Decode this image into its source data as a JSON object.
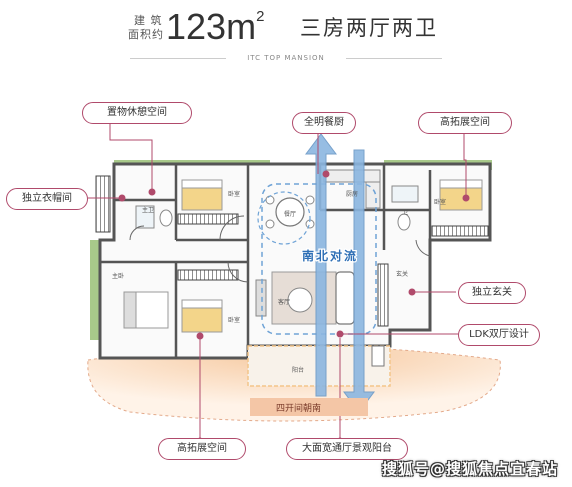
{
  "header": {
    "area_label_1": "建 筑",
    "area_label_2": "面积约",
    "area_value": "123m",
    "area_sup": "2",
    "layout": "三房两厅两卫",
    "subtitle": "ITC TOP MANSION"
  },
  "callouts": {
    "storage_rest": "置物休憩空间",
    "dining": "全明餐厨",
    "expand_top": "高拓展空间",
    "cloakroom": "独立衣帽间",
    "entrance": "独立玄关",
    "ldk": "LDK双厅设计",
    "expand_bottom": "高拓展空间",
    "balcony": "大面宽通厅景观阳台"
  },
  "plan_labels": {
    "ns_flow": "南北对流",
    "four_bays": "四开间朝南",
    "restaurant": "餐厅",
    "living": "客厅",
    "master": "主卧",
    "bedroom_a": "卧室",
    "bedroom_b": "卧室",
    "bedroom_c": "卧室",
    "bath_main": "主卫",
    "bath_2": "卫",
    "kitchen": "厨房",
    "foyer": "玄关",
    "balcony": "阳台"
  },
  "colors": {
    "accent": "#b04a6b",
    "arrow": "#6fa3d6",
    "green": "#a8c98a",
    "wall": "#555555",
    "yellow": "#f3d58a",
    "sun": "#fbe6d3"
  },
  "watermark": "搜狐号@搜狐焦点宜春站"
}
